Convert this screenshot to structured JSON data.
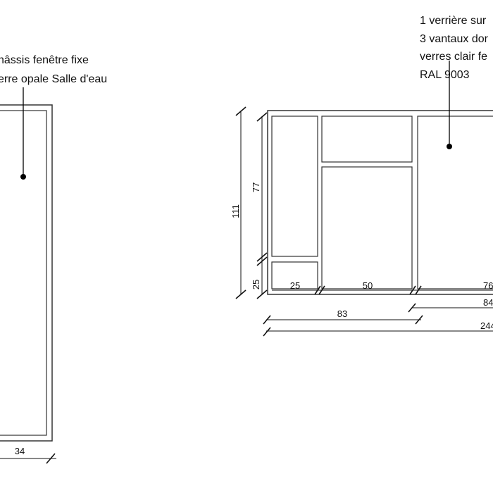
{
  "left_window": {
    "note_lines": [
      "hâssis fenêtre fixe",
      "erre opale Salle d'eau"
    ],
    "width_label": "34"
  },
  "right_window": {
    "note_lines": [
      "1 verrière sur",
      "3 vantaux dor",
      "verres clair fe",
      "RAL 9003"
    ],
    "height_labels": {
      "total": "111",
      "upper": "77",
      "lower": "25"
    },
    "width_labels": {
      "left_panel": "25",
      "middle_panel": "50",
      "right_panel": "76",
      "right_section": "84",
      "left_section": "83",
      "total": "244"
    }
  }
}
